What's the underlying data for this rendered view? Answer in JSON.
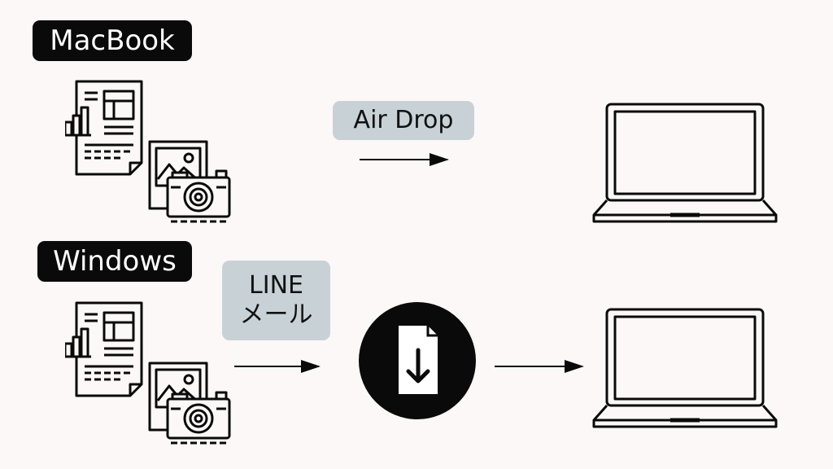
{
  "rows": [
    {
      "os_label": "MacBook",
      "method_lines": [
        "Air Drop"
      ]
    },
    {
      "os_label": "Windows",
      "method_lines": [
        "LINE",
        "メール"
      ]
    }
  ],
  "colors": {
    "background": "#fcf8f8",
    "label_bg": "#0a0a0a",
    "method_bg": "#c8d2d6",
    "stroke": "#0a0a0a"
  },
  "icons": [
    "document-chart-icon",
    "photo-icon",
    "camera-icon",
    "arrow-icon",
    "laptop-icon",
    "file-download-icon"
  ]
}
